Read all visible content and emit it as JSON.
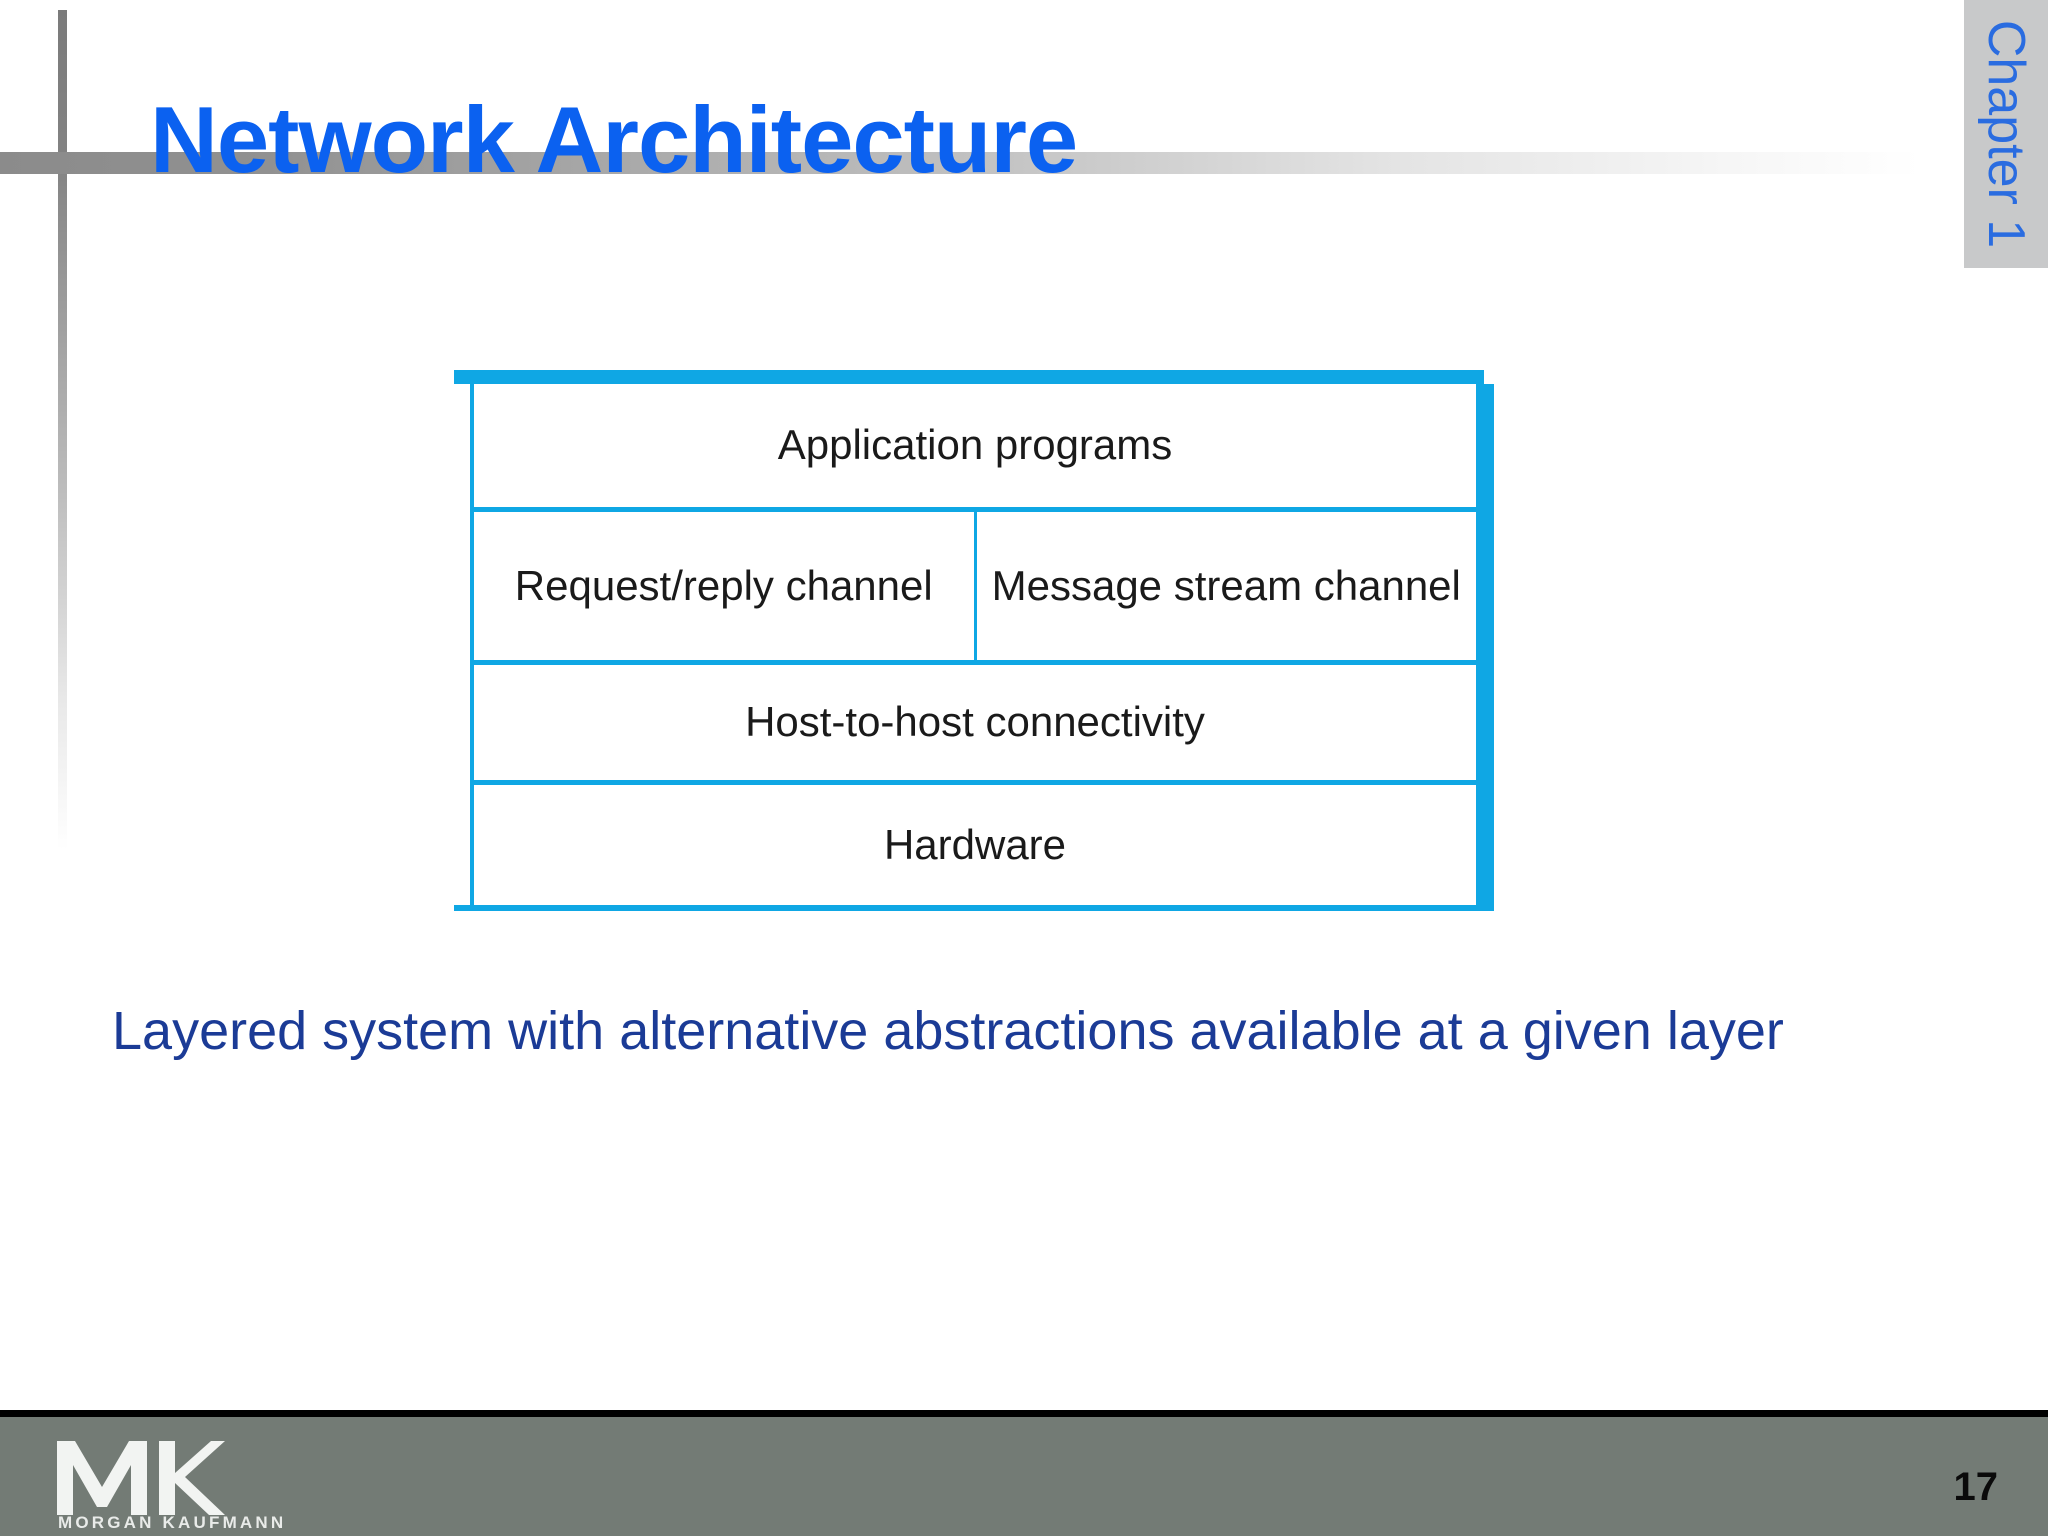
{
  "slide": {
    "title": "Network Architecture",
    "title_color": "#0b61f0",
    "caption": "Layered system with alternative abstractions available at a given layer",
    "caption_color": "#1b3b96",
    "page_number": "17",
    "background_color": "#ffffff"
  },
  "chapter_tab": {
    "label": "Chapter 1",
    "background_color": "#c8c9ca",
    "text_color": "#2a6ce0"
  },
  "diagram": {
    "accent_color": "#0fa7e4",
    "type": "layered-stack",
    "rows": [
      {
        "name": "application-layer",
        "cells": [
          {
            "label": "Application programs"
          }
        ]
      },
      {
        "name": "channel-layer",
        "cells": [
          {
            "label": "Request/reply channel"
          },
          {
            "label": "Message stream channel"
          }
        ]
      },
      {
        "name": "connectivity-layer",
        "cells": [
          {
            "label": "Host-to-host connectivity"
          }
        ]
      },
      {
        "name": "hardware-layer",
        "cells": [
          {
            "label": "Hardware"
          }
        ]
      }
    ]
  },
  "footer": {
    "logo_mark": "mk-logo",
    "logo_wordmark": "MORGAN KAUFMANN",
    "background_color": "#737b75"
  }
}
